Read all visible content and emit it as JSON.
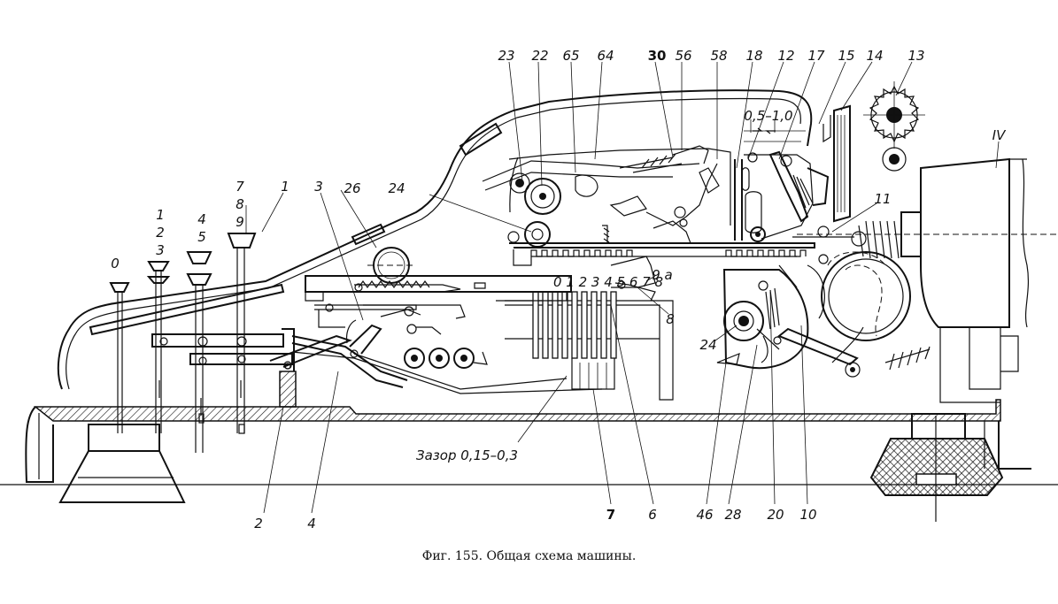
{
  "figure": {
    "caption": "Фиг. 155. Общая схема машины.",
    "gap_note": "Зазор 0,15–0,3",
    "dimension_note": "0,5–1,0",
    "counter_digits": "0 1 2 3 4 5 6 7 8",
    "labels": {
      "l0": "0",
      "l1a": "1",
      "l2a": "2",
      "l3a": "3",
      "l4a": "4",
      "l5a": "5",
      "l7a": "7",
      "l8a": "8",
      "l9a": "9",
      "l1b": "1",
      "l3b": "3",
      "l26": "26",
      "l24a": "24",
      "l23": "23",
      "l22": "22",
      "l65": "65",
      "l64": "64",
      "l30": "30",
      "l56": "56",
      "l58": "58",
      "l18": "18",
      "l12": "12",
      "l17": "17",
      "l15": "15",
      "l14": "14",
      "l13": "13",
      "l9a_b": "9 a",
      "l11": "11",
      "lIV": "IV",
      "l8b": "8",
      "l24b": "24",
      "l2b": "2",
      "l4b": "4",
      "l7b": "7",
      "l6": "6",
      "l46": "46",
      "l28": "28",
      "l20": "20",
      "l10": "10"
    }
  }
}
